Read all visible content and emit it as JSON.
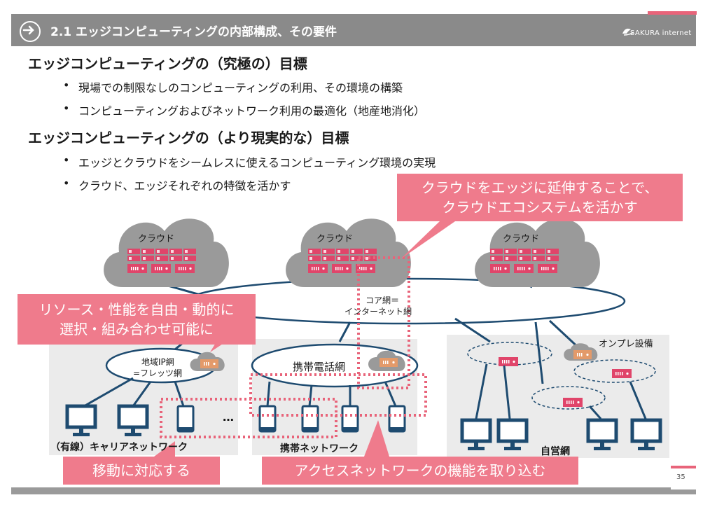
{
  "header": {
    "title": "2.1 エッジコンピューティングの内部構成、その要件",
    "logo_text": "SAKURA internet"
  },
  "section1": {
    "heading": "エッジコンピューティングの（究極の）目標",
    "bullets": [
      "現場での制限なしのコンピューティングの利用、その環境の構築",
      "コンピューティングおよびネットワーク利用の最適化（地産地消化）"
    ]
  },
  "section2": {
    "heading": "エッジコンピューティングの（より現実的な）目標",
    "bullets": [
      "エッジとクラウドをシームレスに使えるコンピューティング環境の実現",
      "クラウド、エッジそれぞれの特徴を活かす"
    ]
  },
  "callouts": {
    "cloud_extend": [
      "クラウドをエッジに延伸することで、",
      "クラウドエコシステムを活かす"
    ],
    "resources": [
      "リソース・性能を自由・動的に",
      "選択・組み合わせ可能に"
    ],
    "mobility": "移動に対応する",
    "access": "アクセスネットワークの機能を取り込む"
  },
  "diagram": {
    "cloud_label": "クラウド",
    "core_net": [
      "コア網＝",
      "インターネット網"
    ],
    "regional_ip": [
      "地域IP網",
      "=フレッツ網"
    ],
    "mobile_net": "携帯電話網",
    "onprem": "オンプレ設備",
    "ellipsis": "…",
    "carrier_network": "（有線）キャリアネットワーク",
    "mobile_network": "携帯ネットワーク",
    "private_network": "自営網"
  },
  "page_number": "35"
}
